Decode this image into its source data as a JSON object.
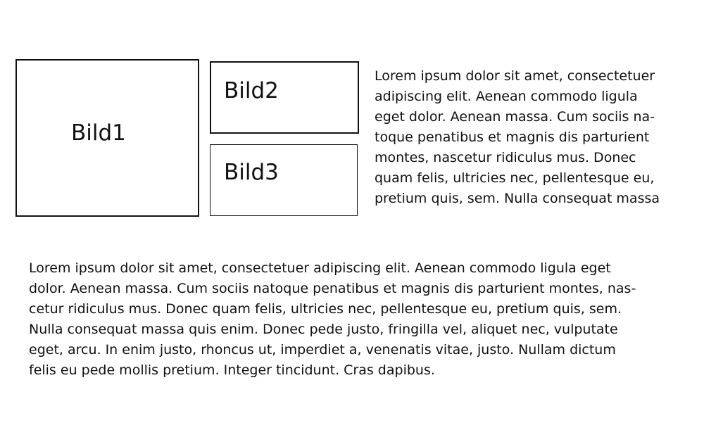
{
  "boxes": {
    "bild1": "Bild1",
    "bild2": "Bild2",
    "bild3": "Bild3"
  },
  "side_paragraph": {
    "lines": [
      "Lorem ipsum dolor sit amet, consectetuer",
      "adipiscing elit. Aenean commodo ligula",
      "eget dolor. Aenean massa. Cum sociis na-",
      "toque penatibus et magnis dis parturient",
      "montes, nascetur ridiculus mus. Donec",
      "quam felis, ultricies nec, pellentesque eu,",
      "pretium quis, sem. Nulla consequat massa"
    ]
  },
  "bottom_paragraph": {
    "lines": [
      "Lorem ipsum dolor sit amet, consectetuer adipiscing elit. Aenean commodo ligula eget",
      "dolor. Aenean massa. Cum sociis natoque penatibus et magnis dis parturient montes, nas-",
      "cetur ridiculus mus. Donec quam felis, ultricies nec, pellentesque eu, pretium quis, sem.",
      "Nulla consequat massa quis enim. Donec pede justo, fringilla vel, aliquet nec, vulputate",
      "eget, arcu. In enim justo, rhoncus ut, imperdiet a, venenatis vitae, justo. Nullam dictum",
      "felis eu pede mollis pretium. Integer tincidunt. Cras dapibus."
    ]
  }
}
